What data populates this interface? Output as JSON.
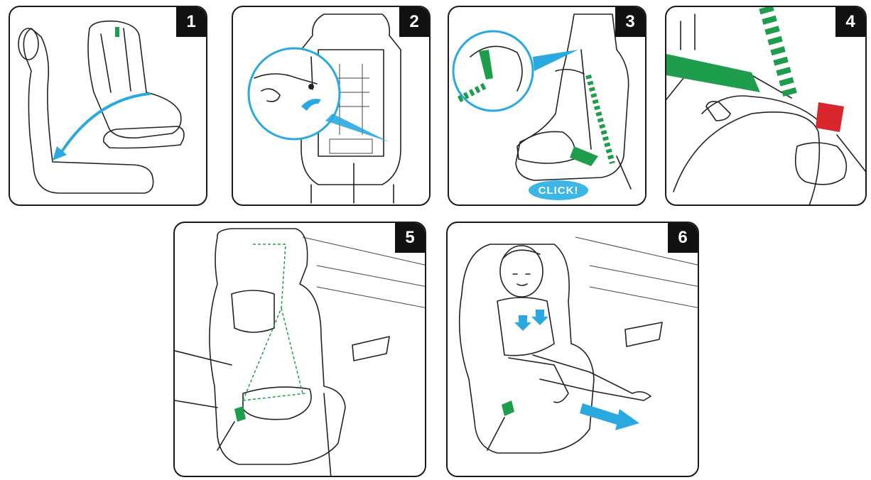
{
  "colors": {
    "accent": "#2aa8e0",
    "green": "#1e9e4c",
    "red": "#d9262c",
    "frame": "#1a1a1a"
  },
  "steps": [
    {
      "number": "1",
      "icon": "recline-seat-arrow-icon"
    },
    {
      "number": "2",
      "icon": "lever-magnifier-icon"
    },
    {
      "number": "3",
      "icon": "belt-guide-click-icon",
      "callout": "CLICK!"
    },
    {
      "number": "4",
      "icon": "belt-lock-clip-icon"
    },
    {
      "number": "5",
      "icon": "belt-routing-dashed-icon"
    },
    {
      "number": "6",
      "icon": "child-seated-harness-icon"
    }
  ]
}
